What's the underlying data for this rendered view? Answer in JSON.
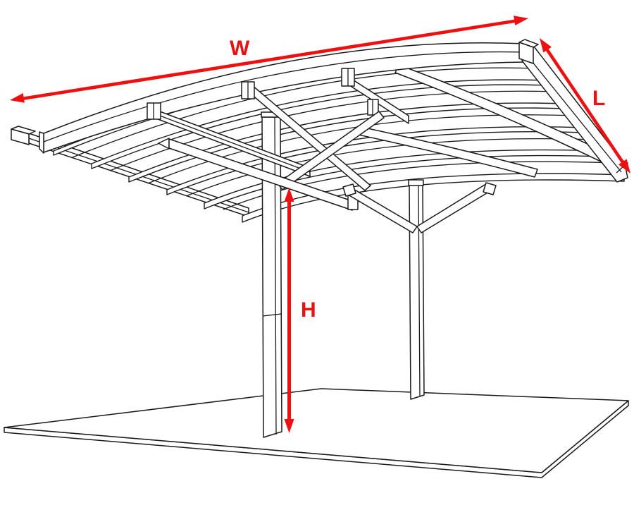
{
  "diagram": {
    "labels": {
      "width": "W",
      "length": "L",
      "height": "H"
    },
    "colors": {
      "arrow": "#ee1010",
      "line": "#1a1a1a",
      "background": "#ffffff"
    }
  }
}
